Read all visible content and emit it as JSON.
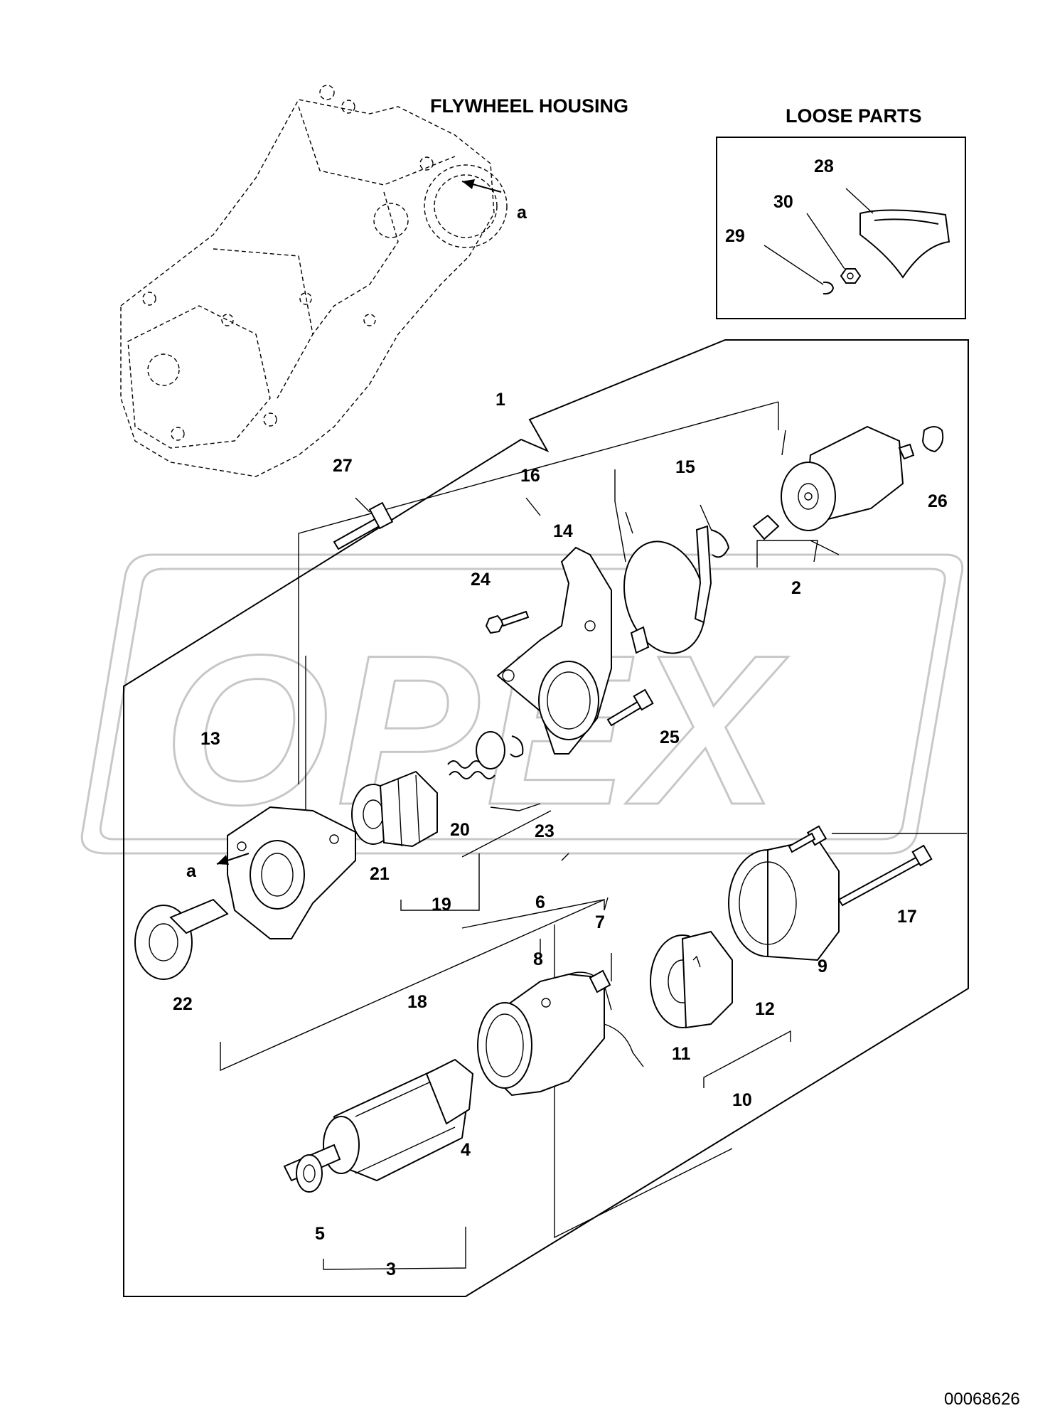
{
  "headings": {
    "flywheel_housing": "FLYWHEEL HOUSING",
    "loose_parts": "LOOSE PARTS"
  },
  "ref_letters": [
    "a",
    "a"
  ],
  "callouts": {
    "p1": "1",
    "p2": "2",
    "p3": "3",
    "p4": "4",
    "p5": "5",
    "p6": "6",
    "p7": "7",
    "p8": "8",
    "p9": "9",
    "p10": "10",
    "p11": "11",
    "p12": "12",
    "p13": "13",
    "p14": "14",
    "p15": "15",
    "p16": "16",
    "p17": "17",
    "p18": "18",
    "p19": "19",
    "p20": "20",
    "p21": "21",
    "p22": "22",
    "p23": "23",
    "p24": "24",
    "p25": "25",
    "p26": "26",
    "p27": "27",
    "p28": "28",
    "p29": "29",
    "p30": "30"
  },
  "drawing_number": "00068626",
  "watermark": "OPEX",
  "colors": {
    "line": "#000000",
    "background": "#ffffff",
    "watermark": "#9a9a9a"
  }
}
